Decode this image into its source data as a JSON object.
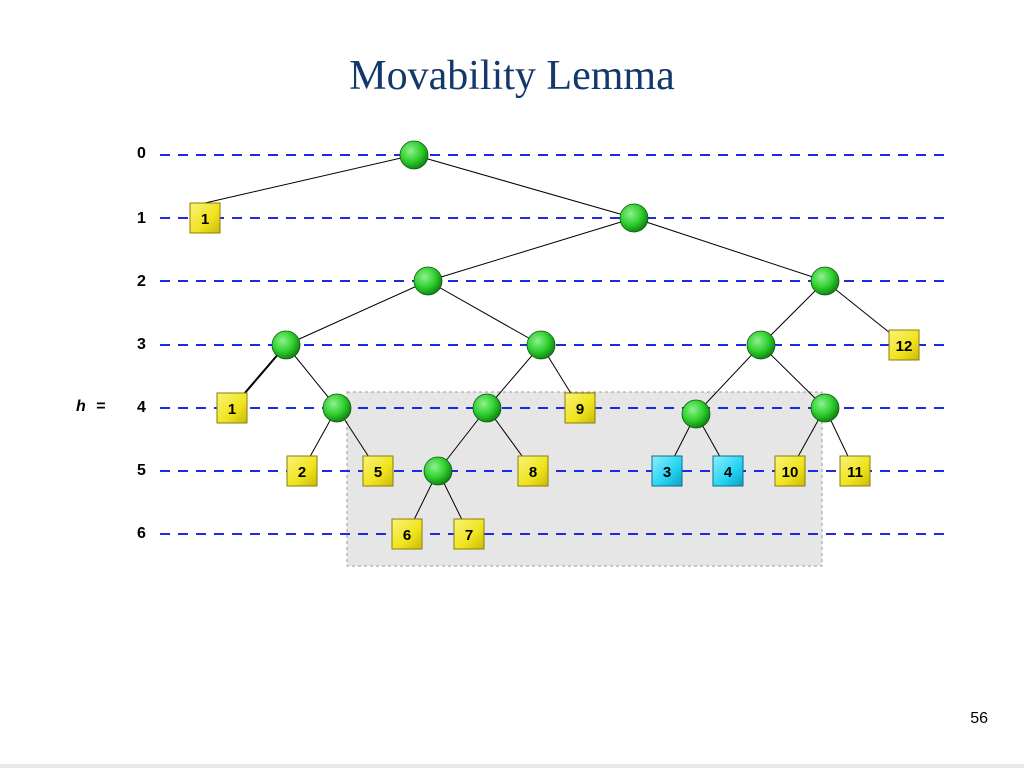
{
  "title": "Movability Lemma",
  "page_number": "56",
  "h_label": {
    "var": "h",
    "eq": "="
  },
  "levels": [
    "0",
    "1",
    "2",
    "3",
    "4",
    "5",
    "6"
  ],
  "colors": {
    "title": "#13386b",
    "dashed_line": "#1f2ae0",
    "internal_node": "#2fd02f",
    "leaf_yellow": "#f2ea2a",
    "leaf_cyan": "#2ad6f5",
    "region_fill": "#e6e6e6"
  },
  "leaves": [
    {
      "id": "leaf-1a",
      "label": "1",
      "color": "yellow"
    },
    {
      "id": "leaf-12",
      "label": "12",
      "color": "yellow"
    },
    {
      "id": "leaf-1b",
      "label": "1",
      "color": "yellow"
    },
    {
      "id": "leaf-9",
      "label": "9",
      "color": "yellow"
    },
    {
      "id": "leaf-2",
      "label": "2",
      "color": "yellow"
    },
    {
      "id": "leaf-5",
      "label": "5",
      "color": "yellow"
    },
    {
      "id": "leaf-8",
      "label": "8",
      "color": "yellow"
    },
    {
      "id": "leaf-3",
      "label": "3",
      "color": "cyan"
    },
    {
      "id": "leaf-4",
      "label": "4",
      "color": "cyan"
    },
    {
      "id": "leaf-10",
      "label": "10",
      "color": "yellow"
    },
    {
      "id": "leaf-11",
      "label": "11",
      "color": "yellow"
    },
    {
      "id": "leaf-6",
      "label": "6",
      "color": "yellow"
    },
    {
      "id": "leaf-7",
      "label": "7",
      "color": "yellow"
    }
  ]
}
